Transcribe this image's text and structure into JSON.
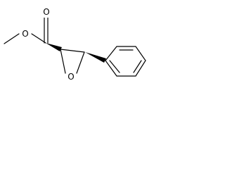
{
  "molecule": {
    "atoms": {
      "ester_carbonyl_oxygen": "O",
      "ester_oxygen": "O",
      "epoxide_oxygen": "O"
    },
    "colors": {
      "bond": "#000000",
      "background": "#ffffff"
    }
  }
}
